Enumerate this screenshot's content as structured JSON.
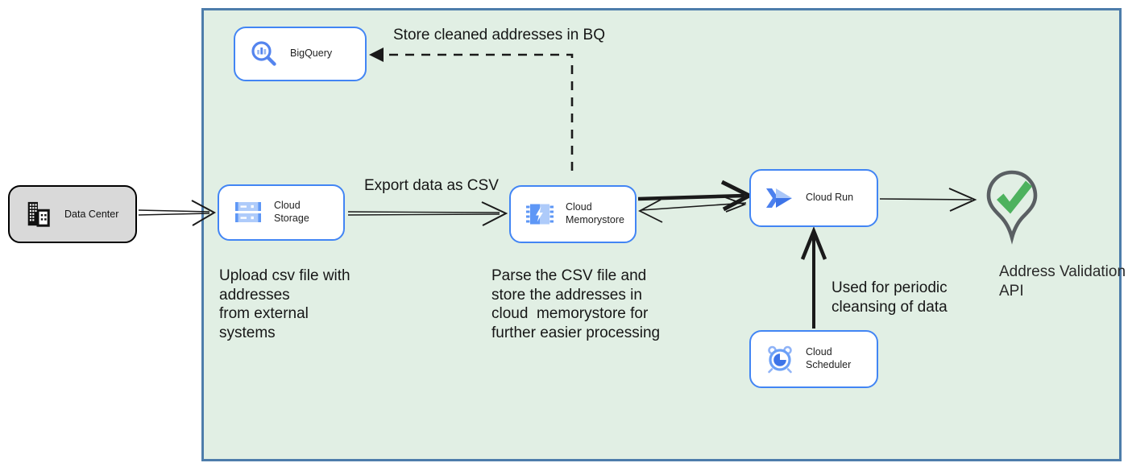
{
  "diagram": {
    "type": "architecture-flow",
    "boundary_name": "gcp-zone"
  },
  "nodes": {
    "data_center": {
      "label": "Data Center",
      "icon": "building-icon"
    },
    "bigquery": {
      "label": "BigQuery",
      "icon": "bigquery-icon"
    },
    "cloud_storage": {
      "label": "Cloud Storage",
      "icon": "cloud-storage-icon"
    },
    "cloud_memorystore": {
      "label": "Cloud\nMemorystore",
      "icon": "memorystore-chip-icon"
    },
    "cloud_run": {
      "label": "Cloud Run",
      "icon": "cloud-run-icon"
    },
    "cloud_scheduler": {
      "label": "Cloud Scheduler",
      "icon": "alarm-clock-icon"
    },
    "address_validation": {
      "label": "Address Validation\nAPI",
      "icon": "map-pin-check-icon"
    }
  },
  "annotations": {
    "store_bq": "Store cleaned addresses in BQ",
    "export_csv": "Export data as CSV",
    "upload_note": "Upload csv file with\naddresses\nfrom external\nsystems",
    "parse_note": "Parse the CSV file and\nstore the addresses in\ncloud  memorystore for\nfurther easier processing",
    "periodic_note": "Used for periodic\ncleansing of data"
  },
  "colors": {
    "zone_fill": "#e1efe4",
    "zone_border": "#4d7dab",
    "node_border": "#4285f4",
    "node_fill": "#ffffff",
    "data_center_fill": "#d9d9d9",
    "icon_blue": "#4285f4",
    "icon_light_blue": "#aecbfa",
    "check_green": "#4db25e",
    "pin_gray": "#5a5f63",
    "arrow_black": "#1a1a1a"
  }
}
